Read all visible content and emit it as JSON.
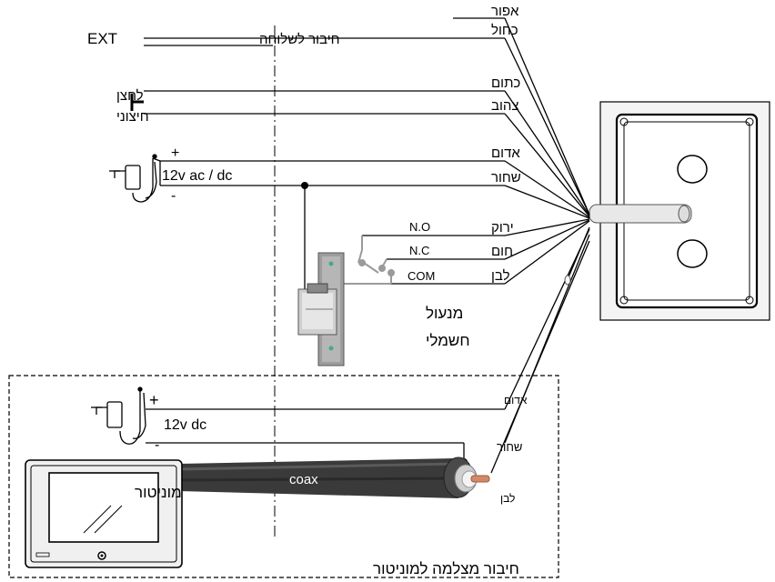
{
  "labels": {
    "ext": "EXT",
    "ext_conn": "חיבור לשלוחה",
    "apor": "אפור",
    "kachol": "כחול",
    "katom": "כתום",
    "tzahov": "צהוב",
    "button_1": "לחצן",
    "button_2": "חיצוני",
    "plus_top": "+",
    "adom_top": "אדום",
    "voltage_top": "12v ac / dc",
    "shachor_top": "שחור",
    "minus_top": "-",
    "no": "N.O",
    "yarok": "ירוק",
    "nc": "N.C",
    "hum": "חום",
    "com": "COM",
    "lavan_top": "לבן",
    "lock_1": "מנעול",
    "lock_2": "חשמלי",
    "plus_bottom": "+",
    "adom_bottom": "אדום",
    "voltage_bottom": "12v dc",
    "minus_bottom": "-",
    "shachor_bottom": "שחור",
    "coax": "coax",
    "monitor": "מוניטור",
    "lavan_bottom": "לבן",
    "monitor_conn": "חיבור מצלמה למוניטור"
  },
  "colors": {
    "line": "#000000",
    "relay": "#9a9a9a",
    "panel_fill": "#f2f2f2",
    "cable": "#3a3a3a",
    "copper": "#d08a68"
  }
}
